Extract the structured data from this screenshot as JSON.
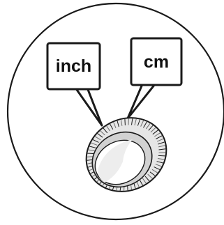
{
  "diagram": {
    "callouts": [
      {
        "id": "inch",
        "label": "inch"
      },
      {
        "id": "cm",
        "label": "cm"
      }
    ],
    "object": "knurled-ring-dial",
    "colors": {
      "line": "#1a1a1a",
      "fill": "#ffffff",
      "ring_light": "#e6e6e6",
      "ring_mid": "#b5b5b5",
      "ring_dark": "#6e6e6e"
    }
  }
}
